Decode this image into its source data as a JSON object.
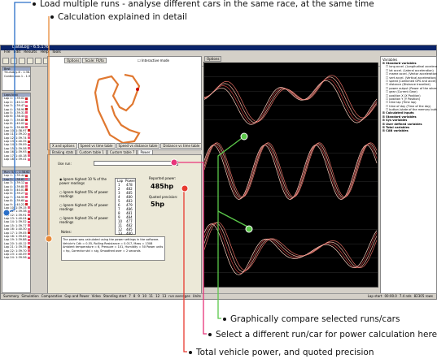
{
  "callouts": {
    "c1": "Load multiple runs - analyse different cars in the same race, at the same time",
    "c2": "Calculation explained in detail",
    "c3": "Graphically compare selected runs/cars",
    "c4": "Select a different run/car for power calculation here",
    "c5": "Total vehicle power, and quoted precision"
  },
  "app": {
    "title": "DataLog - 6.5.176",
    "menus": [
      "File",
      "Edit",
      "Results",
      "Help",
      "Tools"
    ],
    "map_tabs": [
      "Options",
      "Scale: Fit/to"
    ],
    "map_checkbox": "Interactive mode",
    "chart_toolbar": [
      "Options"
    ],
    "mid_tabs": [
      "X and options",
      "Speed vs time table",
      "Speed vs distance table",
      "Distance vs time table"
    ],
    "sub_tabs": [
      "Braking stats",
      "Custom table 1",
      "Custom table 7",
      "Power"
    ],
    "power": {
      "run_label": "Use run:",
      "lap_header": "Lap",
      "power_header": "Power",
      "options": [
        "Ignore highest 10 % of the power readings",
        "Ignore highest 5% of power readings",
        "Ignore highest 2% of power readings",
        "Ignore highest 1% of power readings"
      ],
      "reported_power_label": "Reported power:",
      "reported_power": "485hp",
      "precision_label": "Quoted precision:",
      "precision": "5hp",
      "notes_label": "Notes:",
      "notes": "The power was calculated using the power settings in the software. Vehicle's Cdk = 0.55, Rolling Resistance = 0.017, Mass = 1308 Ambient temperature = 6, Pressure = 101, Humidity = 50 Power units = hp, Corrector std = sig, Smoothed over = 2 seconds"
    },
    "variables_header": "Variables",
    "variables": [
      "Standard variables",
      "long accel. (Longitudinal acceleration)",
      "lat accel. (Lateral acceleration)",
      "mame accel. (Vector acceleration)",
      "vert accel. (Vertical acceleration)",
      "speed (Combined GPS and accel)",
      "distance (Distance travelled)",
      "power output (Power of the wheels)",
      "gear (Current Gear)",
      "position X (X Position)",
      "position Y (Y Position)",
      "time lap (Time lap)",
      "time of day (Time of the day)",
      "button (state of the memory button)",
      "Calculated inputs",
      "Standard variables",
      "Sys variables",
      "User defined variables",
      "Total variables",
      "CAN variables"
    ],
    "run_list_top": [
      "Best",
      "Thursday-6 - 1:38.44",
      "Continuous 1 - 1:38.62"
    ],
    "run_list_a_header": "Laps best",
    "run_list_a": [
      "Lap 1: 1:39.02",
      "Lap 2: 1:40.11",
      "Lap 3: 1:39.47",
      "Lap 4: 1:38.90",
      "Lap 5: 1:39.31",
      "Lap 6: 1:38.44",
      "Lap 7: 1:39.85",
      "Lap 8: 1:40.02",
      "Lap 9: 1:39.66",
      "Lap 10: 1:38.97",
      "Lap 11: 1:39.20",
      "Lap 12: 1:39.74",
      "Lap 13: 1:40.35",
      "Lap 14: 1:39.09",
      "Lap 15: 1:39.58",
      "Lap 16: 1:39.93",
      "Lap 17: 1:40.18",
      "Lap 18: 1:39.41"
    ],
    "run_list_b_header": "Run: 5/6 - 1:38.62 (sel)",
    "run_list_b": [
      "Lap 1: 1:39.44",
      "Lap 2: 1:38.62",
      "Lap 3: 1:39.12",
      "Lap 4: 1:39.80",
      "Lap 5: 1:40.01",
      "Lap 6: 1:39.27",
      "Lap 7: 1:38.95",
      "Lap 8: 1:39.60",
      "Lap 9: 1:40.22",
      "Lap 10: 1:39.15",
      "Lap 11: 1:39.38",
      "Lap 12: 1:39.91",
      "Lap 13: 1:40.04",
      "Lap 14: 1:39.52",
      "Lap 15: 1:39.77",
      "Lap 16: 1:40.30",
      "Lap 17: 1:39.05",
      "Lap 18: 1:39.63",
      "Lap 19: 1:39.88",
      "Lap 20: 1:40.12",
      "Lap 21: 1:39.35",
      "Lap 22: 1:39.70",
      "Lap 23: 1:40.09",
      "Lap 24: 1:39.56"
    ],
    "laps_table": [
      {
        "lap": "1",
        "power": "478"
      },
      {
        "lap": "2",
        "power": "482"
      },
      {
        "lap": "3",
        "power": "485"
      },
      {
        "lap": "4",
        "power": "480"
      },
      {
        "lap": "5",
        "power": "483"
      },
      {
        "lap": "6",
        "power": "479"
      },
      {
        "lap": "7",
        "power": "486"
      },
      {
        "lap": "8",
        "power": "481"
      },
      {
        "lap": "9",
        "power": "484"
      },
      {
        "lap": "10",
        "power": "477"
      },
      {
        "lap": "11",
        "power": "482"
      },
      {
        "lap": "12",
        "power": "485"
      },
      {
        "lap": "13",
        "power": "480"
      }
    ],
    "status_tabs": [
      "Summary",
      "Simulation",
      "Comparative",
      "Gap and Power",
      "Video",
      "Standing start",
      "7",
      "8",
      "9",
      "10",
      "11",
      "12",
      "13",
      "run averages",
      "Units"
    ],
    "status_right": [
      "Lap start",
      "00:00.0",
      "7.4 nds",
      "82305 rows"
    ]
  }
}
